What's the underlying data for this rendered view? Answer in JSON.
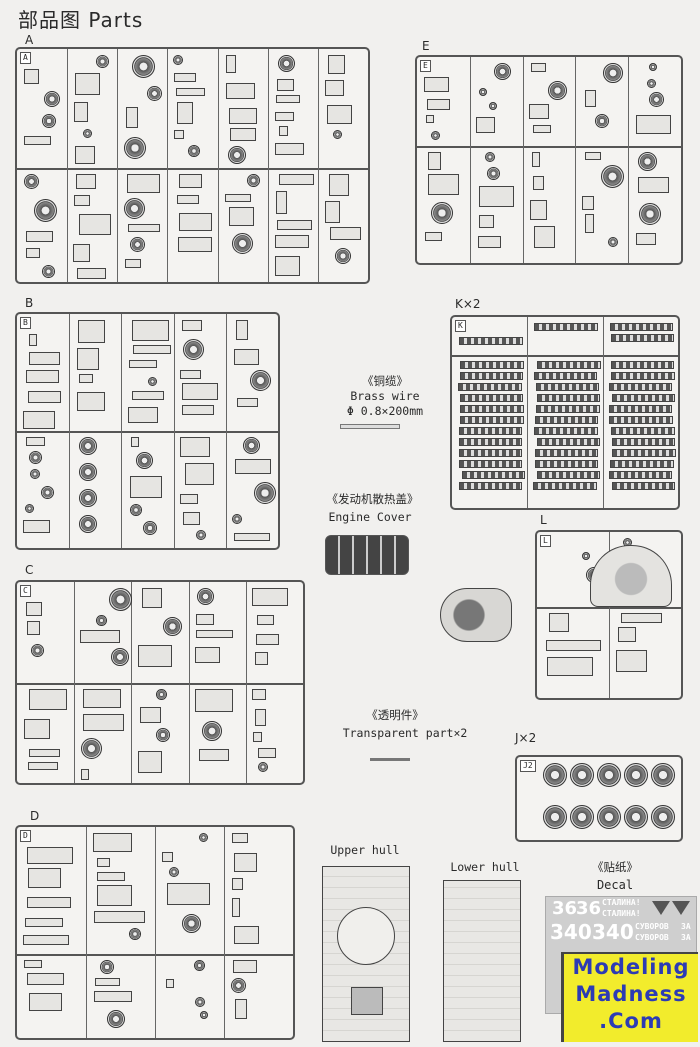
{
  "title": "部品图 Parts",
  "sprues": {
    "A": {
      "label": "A",
      "tag": "A"
    },
    "E": {
      "label": "E",
      "tag": "E"
    },
    "B": {
      "label": "B",
      "tag": "B"
    },
    "K": {
      "label": "K×2",
      "tag": "K"
    },
    "C": {
      "label": "C",
      "tag": "C"
    },
    "L": {
      "label": "L",
      "tag": "L"
    },
    "J": {
      "label": "J×2",
      "tag": "J2"
    },
    "D": {
      "label": "D",
      "tag": "D"
    }
  },
  "brass_wire": {
    "cn": "《铜缆》",
    "en": "Brass wire",
    "spec": "Φ 0.8×200mm"
  },
  "engine_cover": {
    "cn": "《发动机散热盖》",
    "en": "Engine Cover"
  },
  "transparent": {
    "cn": "《透明件》",
    "en": "Transparent part×2"
  },
  "upper_hull": "Upper hull",
  "lower_hull": "Lower hull",
  "decal": {
    "cn": "《贴纸》",
    "en": "Decal",
    "texts": [
      "36",
      "36",
      "СТАЛИНА!",
      "СТАЛИНА!",
      "СУВОРОВ",
      "СУВОРОВ",
      "340",
      "340",
      "3А",
      "3А"
    ]
  },
  "watermark": {
    "line1": "Modeling",
    "line2": "Madness",
    "line3": ".Com"
  }
}
